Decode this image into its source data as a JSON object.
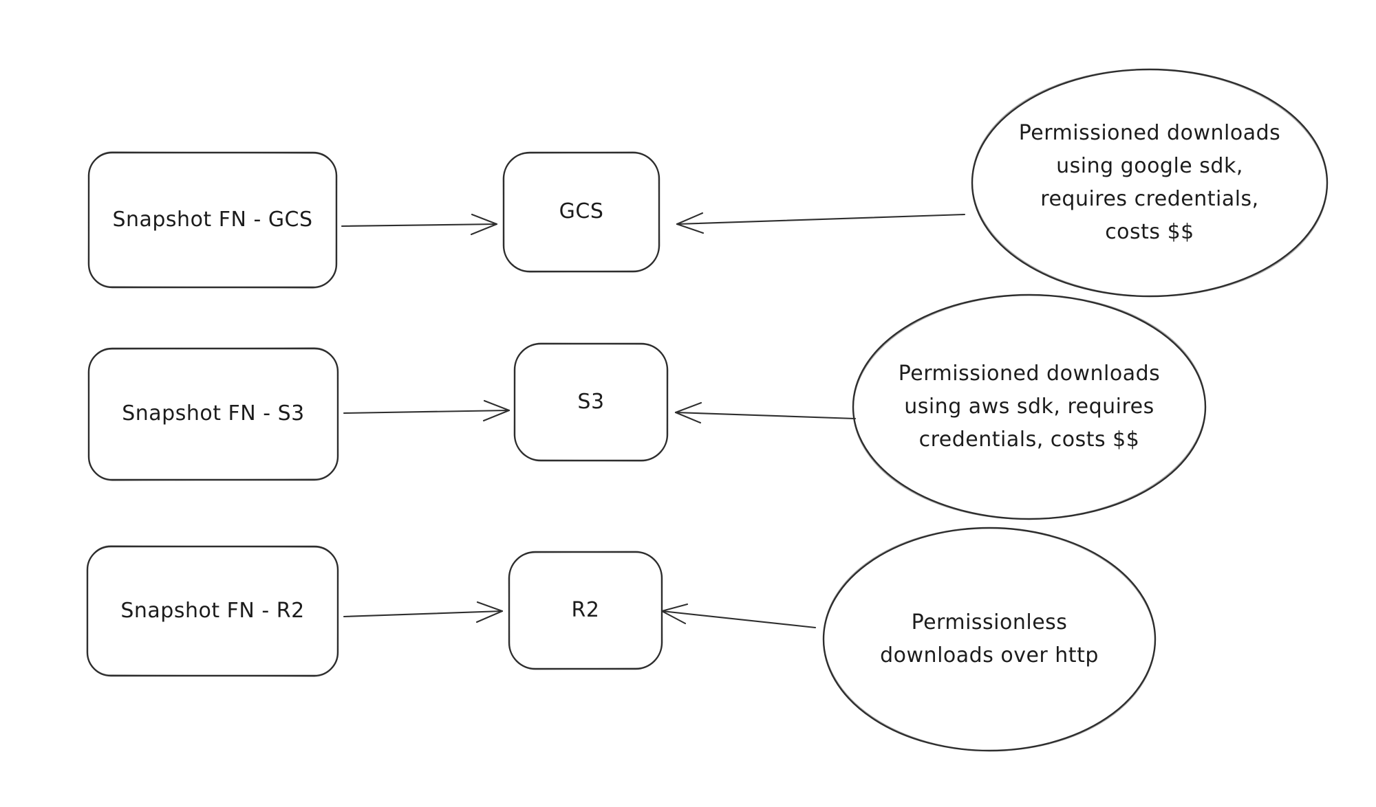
{
  "diagram": {
    "background_color": "#ffffff",
    "stroke_color": "#2e2e2e",
    "text_color": "#1c1c1c",
    "rows": [
      {
        "source_label": "Snapshot FN - GCS",
        "target_label": "GCS",
        "note": "Permissioned downloads\nusing google sdk,\nrequires credentials,\ncosts $$",
        "note_text": "Permissioned downloads using google sdk, requires credentials, costs $$"
      },
      {
        "source_label": "Snapshot FN - S3",
        "target_label": "S3",
        "note": "Permissioned downloads\nusing aws sdk, requires\ncredentials, costs $$",
        "note_text": "Permissioned downloads using aws sdk, requires credentials, costs $$"
      },
      {
        "source_label": "Snapshot FN - R2",
        "target_label": "R2",
        "note": "Permissionless\ndownloads over http",
        "note_text": "Permissionless downloads over http"
      }
    ],
    "edges": [
      {
        "from": "Snapshot FN - GCS",
        "to": "GCS"
      },
      {
        "from": "Permissioned downloads using google sdk, requires credentials, costs $$",
        "to": "GCS"
      },
      {
        "from": "Snapshot FN - S3",
        "to": "S3"
      },
      {
        "from": "Permissioned downloads using aws sdk, requires credentials, costs $$",
        "to": "S3"
      },
      {
        "from": "Snapshot FN - R2",
        "to": "R2"
      },
      {
        "from": "Permissionless downloads over http",
        "to": "R2"
      }
    ]
  }
}
